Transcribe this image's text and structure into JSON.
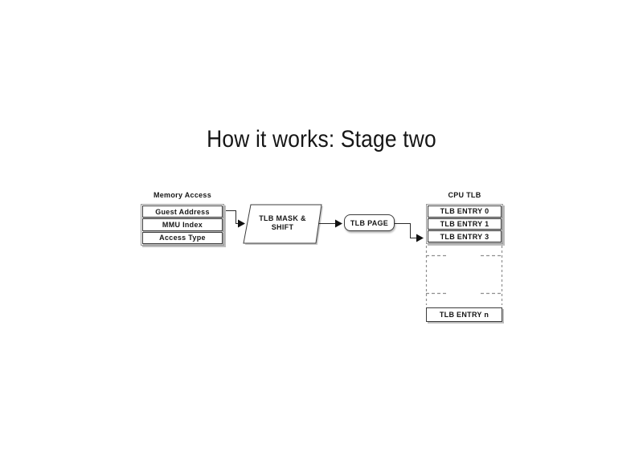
{
  "theme": {
    "ink": "#161616",
    "border_dark": "#3c3c3c",
    "border_light": "#9a9a9a",
    "shadow": "#bdbdbd",
    "dashed": "#8f8f8f",
    "background": "#ffffff"
  },
  "title": "How it works: Stage two",
  "diagram": {
    "memory_access": {
      "label": "Memory Access",
      "rows": [
        "Guest Address",
        "MMU Index",
        "Access Type"
      ]
    },
    "mask_shift": {
      "line1": "TLB MASK &",
      "line2": "SHIFT"
    },
    "tlb_page": {
      "label": "TLB PAGE"
    },
    "cpu_tlb": {
      "label": "CPU TLB",
      "rows": [
        "TLB ENTRY 0",
        "TLB ENTRY 1",
        "TLB ENTRY 3"
      ],
      "last_row": "TLB ENTRY n"
    }
  }
}
